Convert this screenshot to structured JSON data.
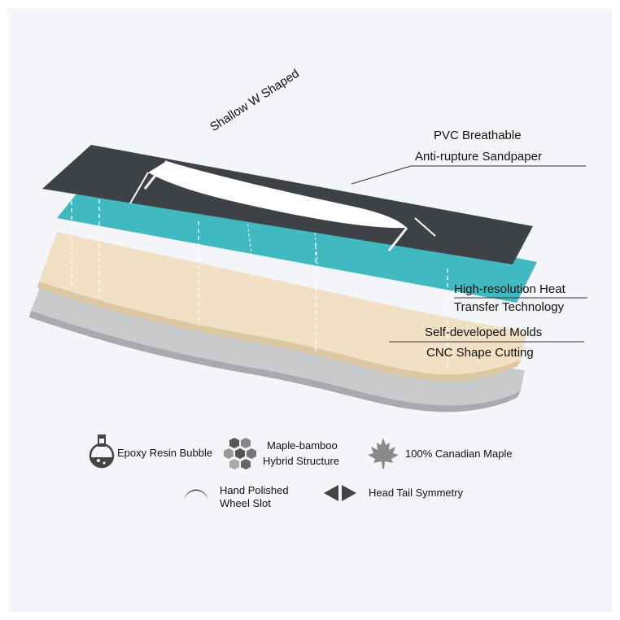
{
  "labels": {
    "shallow_w": "Shallow W Shaped",
    "pvc_line1": "PVC Breathable",
    "pvc_line2": "Anti-rupture Sandpaper",
    "heat_line1": "High-resolution Heat",
    "heat_line2": "Transfer Technology",
    "molds_line1": "Self-developed Molds",
    "molds_line2": "CNC Shape Cutting"
  },
  "features": [
    {
      "icon": "flask-icon",
      "text": "Epoxy Resin Bubble"
    },
    {
      "icon": "honeycomb-icon",
      "line1": "Maple-bamboo",
      "line2": "Hybrid Structure"
    },
    {
      "icon": "maple-leaf-icon",
      "text": "100% Canadian Maple"
    },
    {
      "icon": "crescent-icon",
      "line1": "Hand Polished",
      "line2": "Wheel Slot"
    },
    {
      "icon": "double-arrow-icon",
      "text": "Head Tail Symmetry"
    }
  ],
  "colors": {
    "grip": "#3f4347",
    "graphic": "#3fb8bf",
    "wood": "#f0dfc3",
    "base": "#c7c9cc",
    "icon": "#444444"
  }
}
